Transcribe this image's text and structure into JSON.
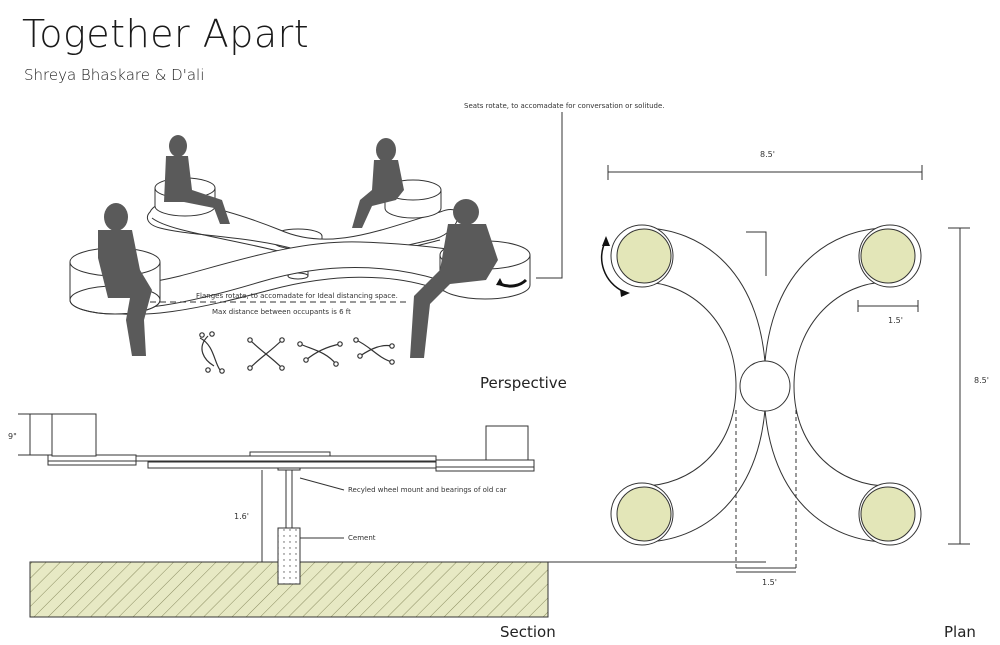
{
  "title": "Together Apart",
  "subtitle": "Shreya Bhaskare & D'ali",
  "views": {
    "perspective": "Perspective",
    "section": "Section",
    "plan": "Plan"
  },
  "notes": {
    "seats_rotate": "Seats rotate, to accomadate for conversation or solitude.",
    "flanges_rotate": "Flanges rotate, to accomadate for Ideal distancing space.",
    "max_distance": "Max distance between occupants is 6 ft",
    "wheel_mount": "Recyled wheel mount and bearings of old car",
    "cement": "Cement"
  },
  "dimensions": {
    "plan_width": "8.5'",
    "plan_height": "8.5'",
    "seat_dia": "1.5'",
    "stem_width": "1.5'",
    "seat_height": "9\"",
    "column_height": "1.6'"
  },
  "colors": {
    "seat_fill": "#e3e6b8",
    "ground_fill": "#e7e9c4",
    "figure_gray": "#5a5a5a",
    "line": "#333333"
  }
}
